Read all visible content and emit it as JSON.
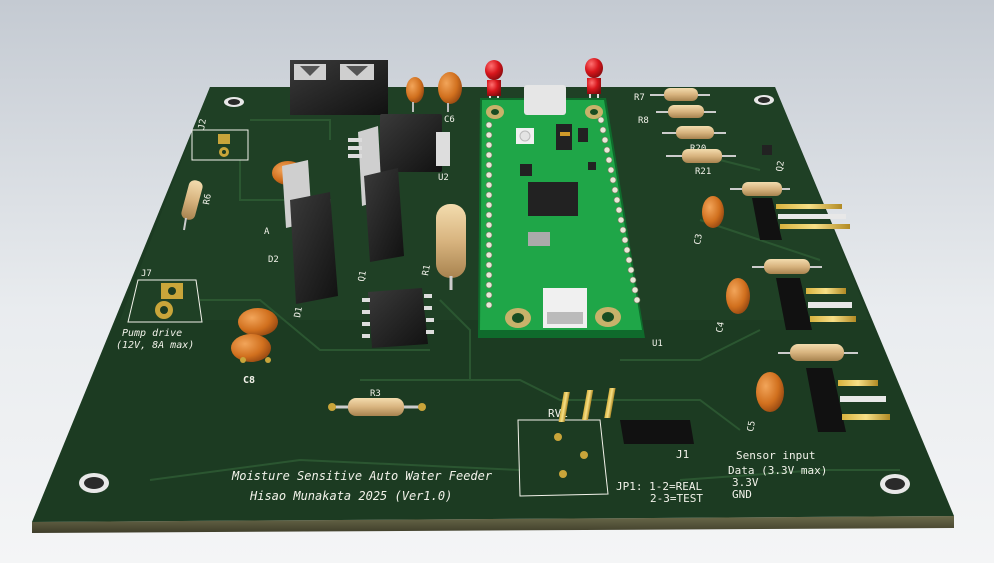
{
  "board": {
    "title_line1": "Moisture Sensitive Auto Water Feeder",
    "title_line2": "Hisao Munakata 2025 (Ver1.0)"
  },
  "labels": {
    "pump_ref": "J7",
    "pump_desc_1": "Pump drive",
    "pump_desc_2": "(12V, 8A max)",
    "jp_line1": "JP1: 1-2=REAL",
    "jp_line2": "2-3=TEST",
    "sensor_1": "Sensor input",
    "sensor_2": "Data (3.3V max)",
    "sensor_3": "3.3V",
    "sensor_4": "GND"
  },
  "refs": {
    "c8": "C8",
    "r3": "R3",
    "rv1": "RV1",
    "j1": "J1",
    "u1": "U1",
    "u2": "U2",
    "d1": "D1",
    "d2": "D2",
    "q1": "Q1",
    "r1": "R1",
    "r6": "R6",
    "j2": "J2",
    "c6": "C6",
    "r7": "R7",
    "r8": "R8",
    "r20": "R20",
    "r21": "R21",
    "q2": "Q2",
    "c3": "C3",
    "c4": "C4",
    "c5": "C5",
    "a": "A"
  },
  "colors": {
    "pcb": "#1c3b22",
    "silk": "#f2f2ea",
    "pad_gold": "#c9a53a",
    "pico_green": "#1fa648",
    "led_red": "#d8161c",
    "cap_orange": "#d9751e",
    "resistor_tan": "#e0c08e"
  }
}
